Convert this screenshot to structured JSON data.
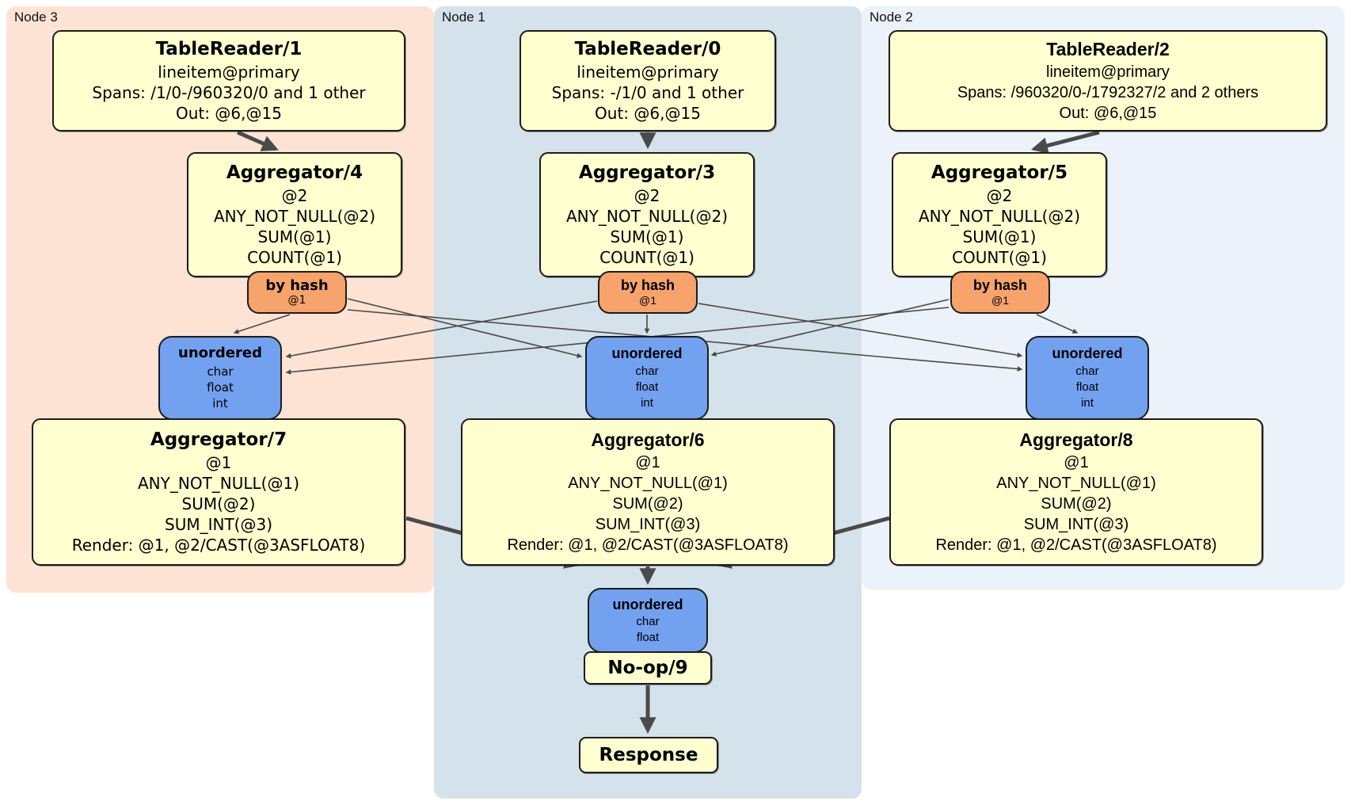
{
  "diagram": {
    "node_groups": [
      {
        "label": "Node 3",
        "table_reader": {
          "title": "TableReader/1",
          "lines": [
            "lineitem@primary",
            "Spans: /1/0-/960320/0 and 1 other",
            "Out: @6,@15"
          ]
        },
        "pre_aggregator": {
          "title": "Aggregator/4",
          "lines": [
            "@2",
            "ANY_NOT_NULL(@2)",
            "SUM(@1)",
            "COUNT(@1)"
          ]
        },
        "router": {
          "title": "by hash",
          "detail": "@1"
        },
        "synchronizer": {
          "title": "unordered",
          "lines": [
            "char",
            "float",
            "int"
          ]
        },
        "final_aggregator": {
          "title": "Aggregator/7",
          "lines": [
            "@1",
            "ANY_NOT_NULL(@1)",
            "SUM(@2)",
            "SUM_INT(@3)",
            "Render: @1, @2/CAST(@3ASFLOAT8)"
          ]
        }
      },
      {
        "label": "Node 1",
        "table_reader": {
          "title": "TableReader/0",
          "lines": [
            "lineitem@primary",
            "Spans: -/1/0 and 1 other",
            "Out: @6,@15"
          ]
        },
        "pre_aggregator": {
          "title": "Aggregator/3",
          "lines": [
            "@2",
            "ANY_NOT_NULL(@2)",
            "SUM(@1)",
            "COUNT(@1)"
          ]
        },
        "router": {
          "title": "by hash",
          "detail": "@1"
        },
        "synchronizer": {
          "title": "unordered",
          "lines": [
            "char",
            "float",
            "int"
          ]
        },
        "final_aggregator": {
          "title": "Aggregator/6",
          "lines": [
            "@1",
            "ANY_NOT_NULL(@1)",
            "SUM(@2)",
            "SUM_INT(@3)",
            "Render: @1, @2/CAST(@3ASFLOAT8)"
          ]
        }
      },
      {
        "label": "Node 2",
        "table_reader": {
          "title": "TableReader/2",
          "lines": [
            "lineitem@primary",
            "Spans: /960320/0-/1792327/2 and 2 others",
            "Out: @6,@15"
          ]
        },
        "pre_aggregator": {
          "title": "Aggregator/5",
          "lines": [
            "@2",
            "ANY_NOT_NULL(@2)",
            "SUM(@1)",
            "COUNT(@1)"
          ]
        },
        "router": {
          "title": "by hash",
          "detail": "@1"
        },
        "synchronizer": {
          "title": "unordered",
          "lines": [
            "char",
            "float",
            "int"
          ]
        },
        "final_aggregator": {
          "title": "Aggregator/8",
          "lines": [
            "@1",
            "ANY_NOT_NULL(@1)",
            "SUM(@2)",
            "SUM_INT(@3)",
            "Render: @1, @2/CAST(@3ASFLOAT8)"
          ]
        }
      }
    ],
    "output": {
      "synchronizer": {
        "title": "unordered",
        "lines": [
          "char",
          "float"
        ]
      },
      "noop": {
        "title": "No-op/9"
      },
      "response": {
        "title": "Response"
      }
    },
    "colors": {
      "node3_bg": "#fce3d4",
      "node1_bg": "#d4e2eb",
      "node2_bg": "#ebf2f9",
      "processor_bg": "#ffffd0",
      "router_bg": "#f6a36c",
      "synchronizer_bg": "#72a1f0",
      "edge": "#4a4a4a"
    }
  }
}
